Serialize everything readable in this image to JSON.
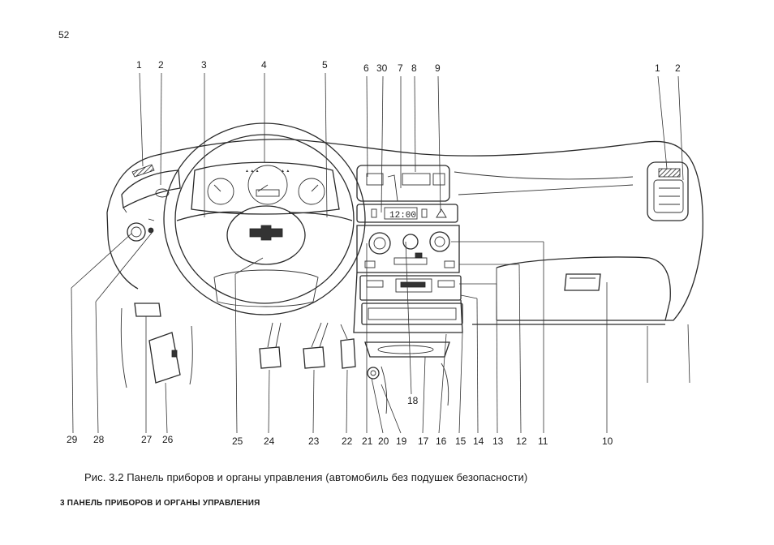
{
  "page_number": "52",
  "caption": "Рис. 3.2 Панель приборов и органы управления (автомобиль без подушек безопасности)",
  "footer": "3 ПАНЕЛЬ ПРИБОРОВ И ОРГАНЫ УПРАВЛЕНИЯ",
  "display_text": "12:00",
  "callouts_top": [
    "1",
    "2",
    "3",
    "4",
    "5",
    "6",
    "30",
    "7",
    "8",
    "9",
    "1",
    "2"
  ],
  "callouts_bottom": [
    "29",
    "28",
    "27",
    "26",
    "25",
    "24",
    "23",
    "22",
    "21",
    "20",
    "19",
    "17",
    "16",
    "15",
    "14",
    "13",
    "12",
    "11",
    "10"
  ],
  "callout_18": "18"
}
